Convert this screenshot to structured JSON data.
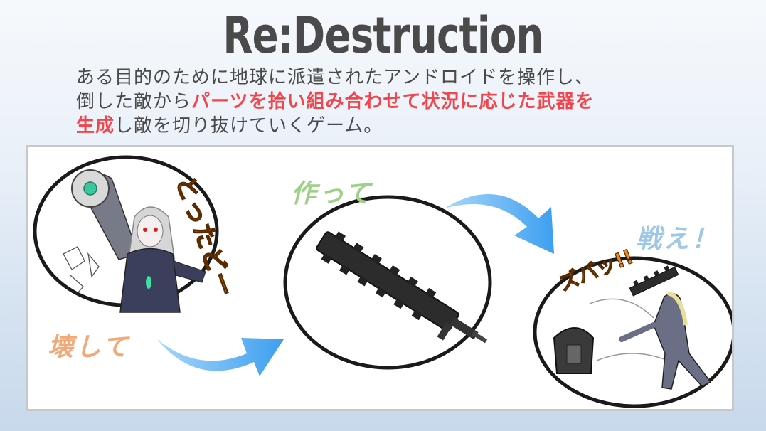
{
  "title": "Re:Destruction",
  "description": {
    "line1": "ある目的のために地球に派遣されたアンドロイドを操作し、",
    "line2_plain": "倒した敵から",
    "line2_highlight": "パーツを拾い組み合わせて状況に応じた武器を",
    "line3_highlight": "生成",
    "line3_plain": "し敵を切り抜けていくゲーム。"
  },
  "steps": {
    "destroy_label": "壊して",
    "make_label": "作って",
    "fight_label": "戦え！"
  },
  "illustration_texts": {
    "gotcha": "とったどー",
    "slash": "ズバッ!!"
  },
  "colors": {
    "title": "#4a4a4a",
    "highlight": "#f0474f",
    "destroy": "#f2a877",
    "make": "#9fd088",
    "fight": "#9fc7e6",
    "arrow": "#5aaef0",
    "onomatopoeia": "#f08a1c"
  }
}
